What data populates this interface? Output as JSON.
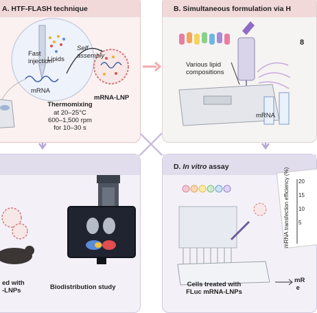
{
  "panel_a": {
    "title": "A. HTF-FLASH technique",
    "fast_injection": [
      "Fast",
      "injection"
    ],
    "lipids": "Lipids",
    "self_assembly": [
      "Self",
      "assembly"
    ],
    "mrna": "mRNA",
    "thermomixing_title": "Thermomixing",
    "thermomixing_lines": [
      "at 20–25°C",
      "600–1,500 rpm",
      "for 10–30 s"
    ],
    "product": "mRNA-LNP"
  },
  "panel_b": {
    "title": "B. Simultaneous formulation via H",
    "lipid_compositions": [
      "Various lipid",
      "compositions"
    ],
    "mrna": "mRNA",
    "partial_number": "8"
  },
  "panel_c": {
    "treated": [
      "ed with",
      "-LNPs"
    ],
    "biodistribution": "Biodistribution study"
  },
  "panel_d": {
    "title_prefix": "D.",
    "title_italic": "In vitro",
    "title_suffix": "assay",
    "cells_treated": [
      "Cells treated with",
      "FLuc mRNA-LNPs"
    ],
    "y_axis_label": [
      "mRNA",
      "transfection",
      "efficiency (%)"
    ],
    "ticks": [
      "20",
      "15",
      "10",
      "5"
    ],
    "partial_right": [
      "mR",
      "e"
    ]
  },
  "colors": {
    "panel_a_bg": "#fbf1f1",
    "panel_header_pink": "#f1d9da",
    "panel_header_lavender": "#e2ddec",
    "arrow_pink": "#f1a9ad",
    "arrow_lavender": "#b7a9d6"
  }
}
